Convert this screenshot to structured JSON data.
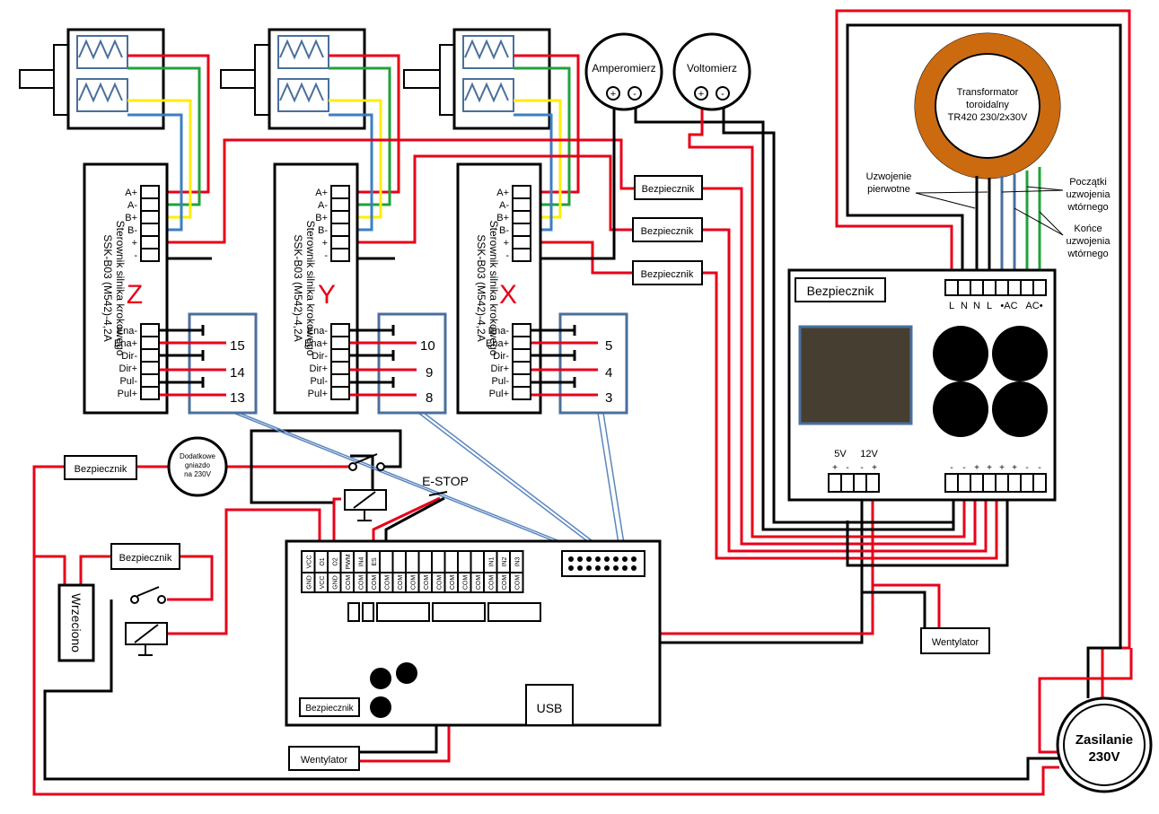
{
  "drivers": [
    {
      "id": "z",
      "letter": "Z",
      "model": "Sterownik silnika krokowego",
      "part": "SSK-B03 (M542)-4,2A",
      "pins_top": [
        "A+",
        "A-",
        "B+",
        "B-",
        "+",
        "-"
      ],
      "pins_bottom": [
        "Ena-",
        "Ena+",
        "Dir-",
        "Dir+",
        "Pul-",
        "Pul+"
      ],
      "ports": [
        "15",
        "14",
        "13"
      ]
    },
    {
      "id": "y",
      "letter": "Y",
      "model": "Sterownik silnika krokowego",
      "part": "SSK-B03 (M542)-4,2A",
      "pins_top": [
        "A+",
        "A-",
        "B+",
        "B-",
        "+",
        "-"
      ],
      "pins_bottom": [
        "Ena-",
        "Ena+",
        "Dir-",
        "Dir+",
        "Pul-",
        "Pul+"
      ],
      "ports": [
        "10",
        "9",
        "8"
      ]
    },
    {
      "id": "x",
      "letter": "X",
      "model": "Sterownik silnika krokowego",
      "part": "SSK-B03 (M542)-4,2A",
      "pins_top": [
        "A+",
        "A-",
        "B+",
        "B-",
        "+",
        "-"
      ],
      "pins_bottom": [
        "Ena-",
        "Ena+",
        "Dir-",
        "Dir+",
        "Pul-",
        "Pul+"
      ],
      "ports": [
        "5",
        "4",
        "3"
      ]
    }
  ],
  "meters": {
    "ammeter": "Amperomierz",
    "voltmeter": "Voltomierz",
    "plus": "+",
    "minus": "-"
  },
  "fuse_label": "Bezpiecznik",
  "transformer": {
    "line1": "Transformator",
    "line2": "toroidalny",
    "line3": "TR420 230/2x30V"
  },
  "annotations": {
    "primary_1": "Uzwojenie",
    "primary_2": "pierwotne",
    "sec_start_1": "Początki",
    "sec_start_2": "uzwojenia",
    "sec_start_3": "wtórnego",
    "sec_end_1": "Końce",
    "sec_end_2": "uzwojenia",
    "sec_end_3": "wtórnego"
  },
  "psu": {
    "title": "Bezpiecznik",
    "input_labels": [
      "L",
      "N",
      "N",
      "L",
      "•AC",
      "AC•"
    ],
    "out_5v": "5V",
    "out_12v": "12V",
    "small_signs": [
      "+",
      "-",
      "-",
      "+"
    ],
    "out_signs": [
      "-",
      "-",
      "+",
      "+",
      "+",
      "+",
      "-",
      "-"
    ]
  },
  "socket": {
    "line1": "Dodatkowe",
    "line2": "gniazdo",
    "line3": "na 230V"
  },
  "estop": "E-STOP",
  "spindle": "Wrzeciono",
  "fan": "Wentylator",
  "power": {
    "line1": "Zasilanie",
    "line2": "230V"
  },
  "board": {
    "usb": "USB",
    "fuse": "Bezpiecznik",
    "top_pins": [
      "VCC",
      "O1",
      "O2",
      "PWM",
      "IN4",
      "ES",
      "",
      "",
      "",
      "",
      "",
      "",
      "",
      "",
      "IN1",
      "IN2",
      "IN3"
    ],
    "bottom_pins": [
      "GND",
      "VCC",
      "GND",
      "COM",
      "COM",
      "COM",
      "COM",
      "COM",
      "COM",
      "COM",
      "COM",
      "COM",
      "COM",
      "COM",
      "COM",
      "COM",
      "COM"
    ]
  },
  "colors": {
    "red": "#e8001a",
    "green": "#1fa33a",
    "yellow": "#ffee00",
    "blue": "#3b7fc4",
    "transformer": "#cc6a10",
    "psu_screen": "#463f31",
    "frame": "#4a6f9c"
  }
}
